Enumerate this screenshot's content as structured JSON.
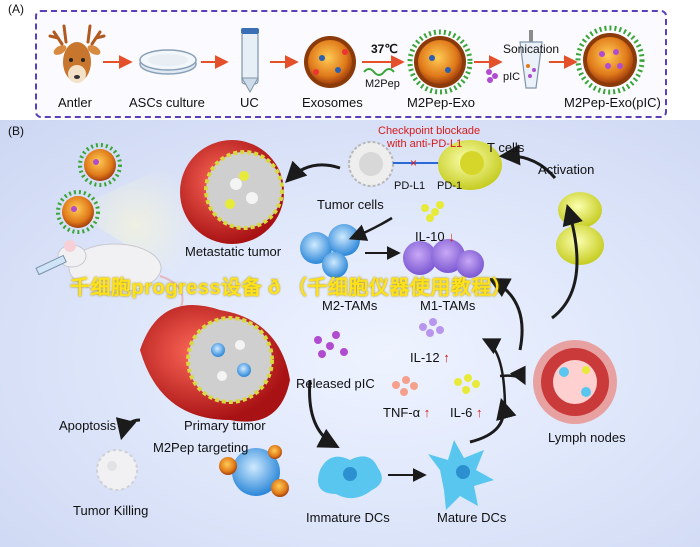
{
  "panel_a": {
    "tag": "(A)",
    "steps": [
      "Antler",
      "ASCs culture",
      "UC",
      "Exosomes",
      "M2Pep-Exo",
      "M2Pep-Exo(pIC)"
    ],
    "temp": "37℃",
    "m2pep": "M2Pep",
    "sonication": "Sonication",
    "pic": "pIC"
  },
  "panel_b": {
    "tag": "(B)",
    "checkpoint_line1": "Checkpoint blockade",
    "checkpoint_line2": "with anti-PD-L1",
    "t_cells": "T cells",
    "pd_l1": "PD-L1",
    "pd_1": "PD-1",
    "tumor_cells": "Tumor cells",
    "activation": "Activation",
    "metastatic_tumor": "Metastatic tumor",
    "il10": "IL-10",
    "m2_tams": "M2-TAMs",
    "m1_tams": "M1-TAMs",
    "il12": "IL-12",
    "released_pic": "Released pIC",
    "primary_tumor": "Primary tumor",
    "m2pep_targeting": "M2Pep targeting",
    "apoptosis": "Apoptosis",
    "tumor_killing": "Tumor Killing",
    "tnf": "TNF-α",
    "il6": "IL-6",
    "lymph_nodes": "Lymph nodes",
    "immature_dcs": "Immature DCs",
    "mature_dcs": "Mature DCs",
    "arrow_up": "↑",
    "arrow_down": "↓"
  },
  "watermark": "千细胞progress设备 ð   （千细胞仪器使用教程）",
  "colors": {
    "frame": "#5a3fb8",
    "arrow_red": "#e3502a",
    "label_red": "#d61a1a",
    "watermark": "#ffe21a",
    "tumor_red": "#c8201e",
    "macrophage_blue": "#3aa0e6",
    "tcell_yellow": "#e6ea3a",
    "dc_cyan": "#58c6ee"
  }
}
